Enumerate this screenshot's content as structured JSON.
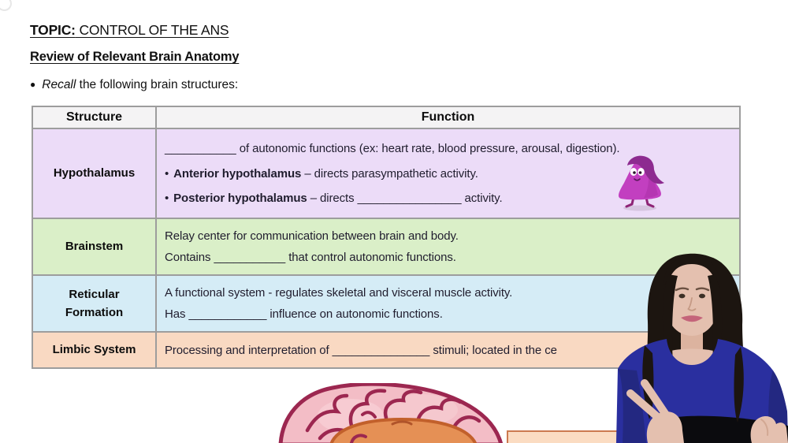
{
  "header": {
    "topic_label": "TOPIC:",
    "topic_title": " CONTROL OF THE ANS",
    "section_title": "Review of Relevant Brain Anatomy",
    "bullet": "●",
    "recall_italic": "Recall",
    "recall_text": " the following brain structures:"
  },
  "table": {
    "border_color": "#9d9d9d",
    "header_bg": "#f4f3f4",
    "columns": {
      "structure": "Structure",
      "function": "Function"
    },
    "rows": [
      {
        "structure": "Hypothalamus",
        "bg": "#ecdcf8",
        "line1": "___________ of autonomic functions (ex: heart rate, blood pressure, arousal, digestion).",
        "bullet": "•",
        "line2_bold": "Anterior hypothalamus",
        "line2_rest": " – directs parasympathetic activity.",
        "line3_bold": "Posterior hypothalamus",
        "line3_rest": " – directs ________________ activity."
      },
      {
        "structure": "Brainstem",
        "bg": "#daefc8",
        "line1": "Relay center for communication between brain and body.",
        "line2": "Contains ___________ that control autonomic functions."
      },
      {
        "structure": "Reticular Formation",
        "bg": "#d5ecf6",
        "line1": "A functional system - regulates skeletal and visceral muscle activity.",
        "line2": "Has ____________ influence on autonomic functions."
      },
      {
        "structure": "Limbic System",
        "bg": "#f9d9c2",
        "line1": "Processing and interpretation of _______________ stimuli; located in the ce"
      }
    ]
  },
  "illustrations": {
    "mascot": {
      "name": "hypothalamus-character-icon",
      "body_color": "#c23fc0",
      "hair_color": "#8d2b90"
    },
    "brain": {
      "name": "brain-illustration",
      "fill": "#f3bdc6",
      "outline": "#9c2750",
      "inner_fill": "#e59055",
      "inner_outline": "#c2602b"
    },
    "label_box": {
      "fill": "#fbdcc2",
      "border": "#cc7a50"
    },
    "instructor": {
      "name": "instructor-video-overlay",
      "top_color": "#2a2f9f",
      "hair_color": "#1c1510",
      "skin_color": "#e4c0af"
    }
  }
}
